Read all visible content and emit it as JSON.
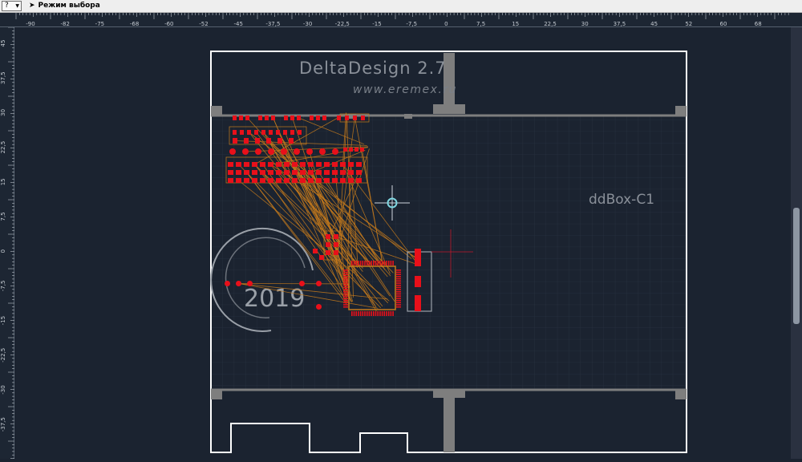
{
  "toolbar": {
    "help_button_label": "?",
    "mode_label": "Режим выбора"
  },
  "ruler_top": {
    "labels": [
      "-90",
      "-82",
      "-75",
      "-68",
      "-60",
      "-52",
      "-45",
      "-37,5",
      "-30",
      "-22,5",
      "-15",
      "-7,5",
      "0",
      "7,5",
      "15",
      "22,5",
      "30",
      "37,5",
      "45",
      "52",
      "60",
      "68"
    ]
  },
  "ruler_left": {
    "labels": [
      "45",
      "37,5",
      "30",
      "22,5",
      "15",
      "7,5",
      "0",
      "-7,5",
      "-15",
      "-22,5",
      "-30",
      "-37,5"
    ]
  },
  "board": {
    "title": "DeltaDesign 2.7",
    "url": "www.eremex.ru",
    "box_name": "ddBox-C1",
    "year": "2019"
  },
  "colors": {
    "background": "#1b2330",
    "outline": "#ffffff",
    "pad": "#e8101a",
    "trace": "#c57a1c",
    "cursor": "#7fd6e0",
    "silkscreen": "#8a9099",
    "mount_gray": "#7e7e7e"
  }
}
